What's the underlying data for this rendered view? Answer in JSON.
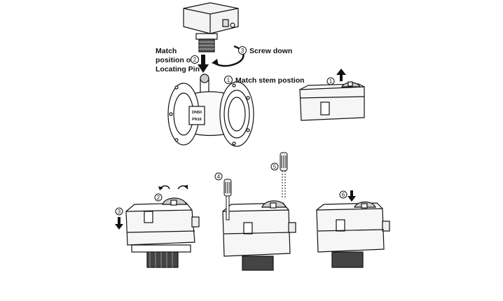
{
  "labels": {
    "match_position_line1": "Match",
    "match_position_line2": "position of",
    "match_position_line3": "Locating Pin",
    "match_stem": "Match stem postion",
    "screw_down": "Screw down"
  },
  "steps": {
    "match_position": "2",
    "screw_down": "3",
    "match_stem": "1",
    "remove_knob": "1",
    "rotate_knob": "2",
    "push_down": "3",
    "screwdriver_left": "4",
    "screwdriver_right": "5",
    "press_knob": "6"
  },
  "valve_marking": {
    "line1": "DN50",
    "line2": "PN16"
  }
}
